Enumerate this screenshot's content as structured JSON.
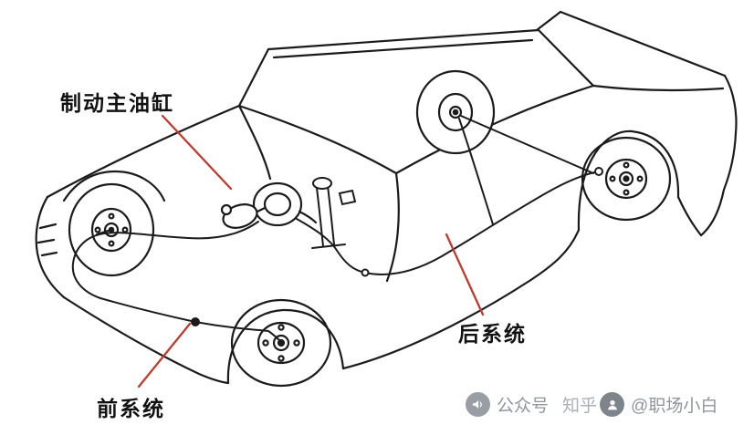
{
  "page": {
    "background": "#ffffff"
  },
  "labels": {
    "master_cylinder": "制动主油缸",
    "rear_system": "后系统",
    "front_system": "前系统"
  },
  "watermark": {
    "platform": "公众号",
    "site": "知乎",
    "handle": "@职场小白"
  },
  "colors": {
    "line_art": "#1b1b1b",
    "leader_line": "#c03a2e",
    "watermark_gray": "#8f969c"
  }
}
